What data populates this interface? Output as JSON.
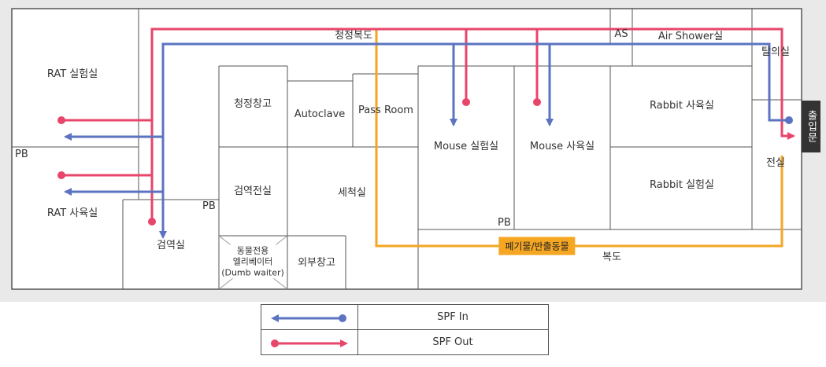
{
  "rooms": {
    "rat_lab": "RAT 실험실",
    "rat_breeding": "RAT 사육실",
    "quarantine": "검역실",
    "clean_storage": "청정창고",
    "autoclave": "Autoclave",
    "pass_room": "Pass Room",
    "quarantine_pre": "검역전실",
    "washing": "세척실",
    "dumbwaiter_line1": "동물전용",
    "dumbwaiter_line2": "엘리베이터",
    "dumbwaiter_line3": "(Dumb waiter)",
    "external_storage": "외부창고",
    "mouse_lab": "Mouse 실험실",
    "mouse_breeding": "Mouse 사육실",
    "rabbit_breeding": "Rabbit 사육실",
    "rabbit_lab": "Rabbit 실험실",
    "air_shower_abbr": "AS",
    "air_shower": "Air Shower실",
    "changing_room": "탈의실",
    "anteroom": "전실",
    "clean_corridor": "청정복도",
    "corridor": "복도",
    "pb_left": "PB",
    "pb_mid": "PB",
    "pb_mouse": "PB",
    "entrance": "출입문",
    "waste_route": "폐기물/반출동물"
  },
  "legend": {
    "spf_in": "SPF In",
    "spf_out": "SPF Out"
  },
  "colors": {
    "spf_in": "#5b73c0",
    "spf_out": "#e8456a",
    "waste": "#f5a623",
    "wall": "#555555"
  }
}
